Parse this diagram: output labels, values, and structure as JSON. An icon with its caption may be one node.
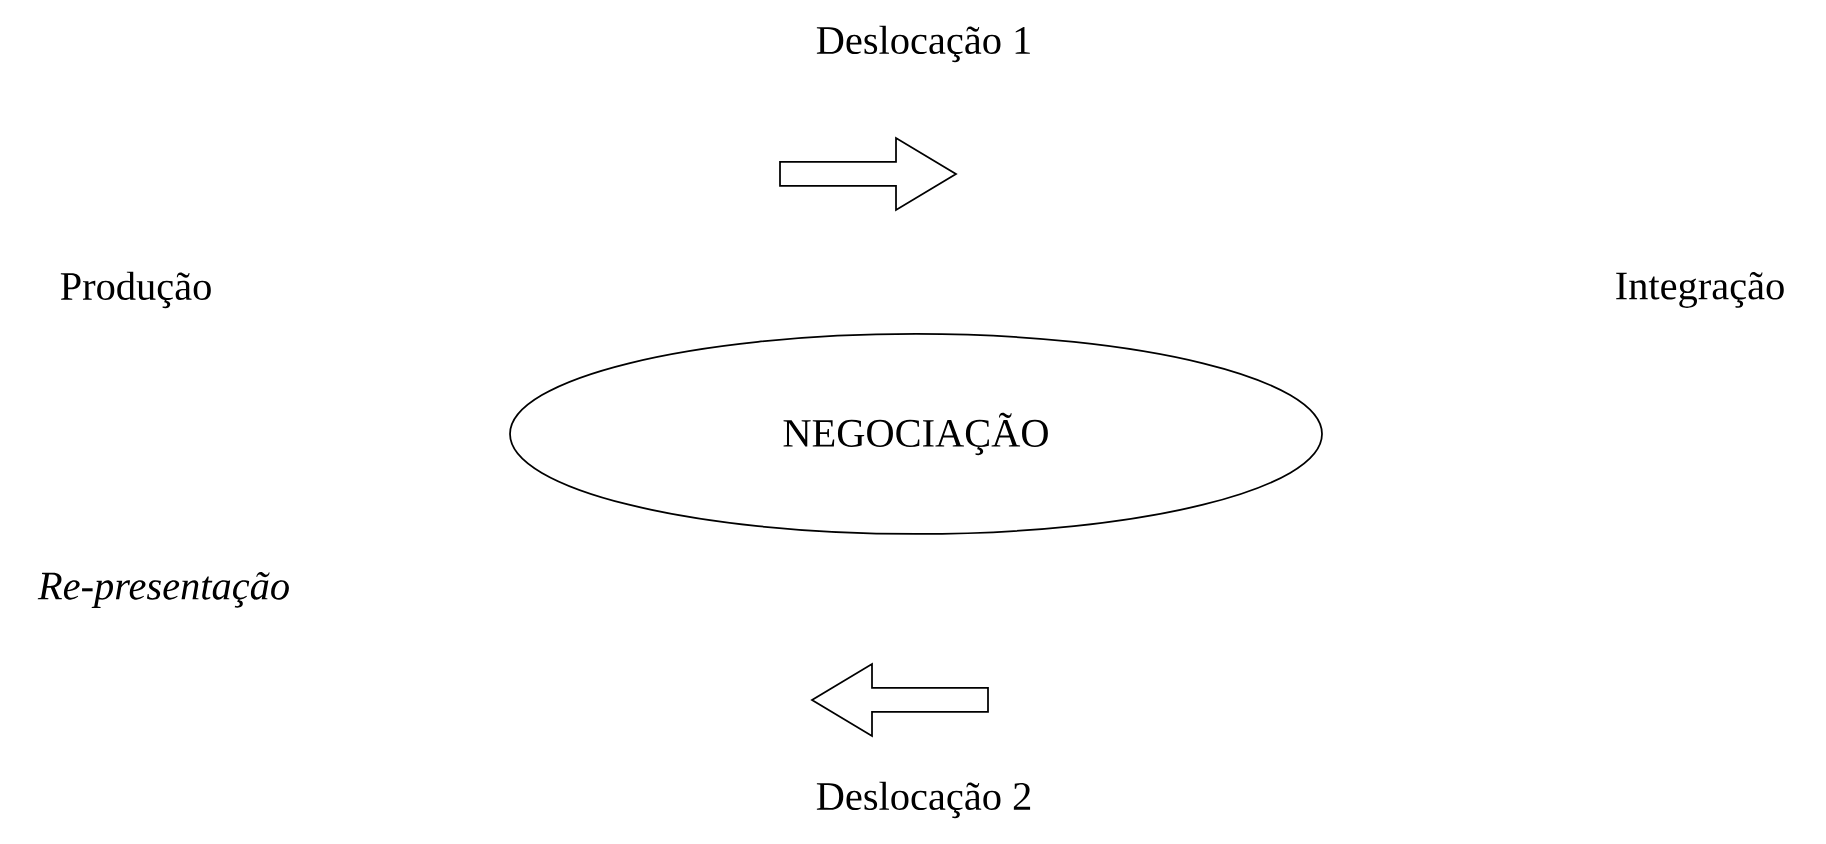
{
  "diagram": {
    "nodes": [
      {
        "text": [
          "Produção"
        ]
      },
      {
        "text": [
          "Integração"
        ]
      },
      {
        "text": [
          "NEGOCIAÇÃO"
        ]
      },
      {
        "text": [
          "Re-presentação"
        ]
      }
    ],
    "labels": [
      "Deslocação 1",
      "Deslocação 2"
    ]
  }
}
